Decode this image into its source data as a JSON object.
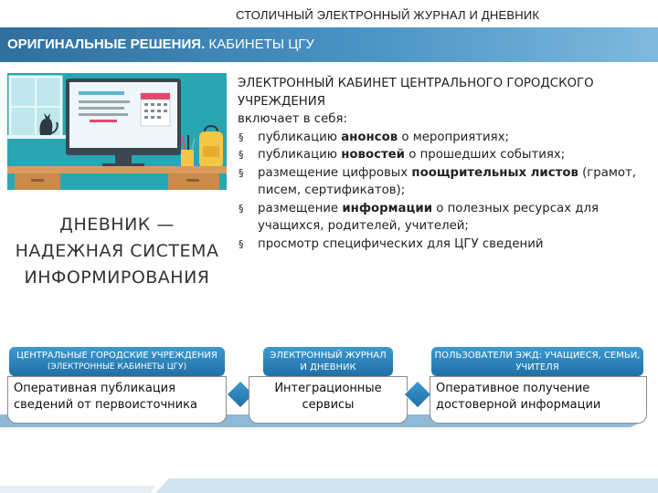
{
  "top_title": "СТОЛИЧНЫЙ ЭЛЕКТРОННЫЙ ЖУРНАЛ И ДНЕВНИК",
  "header": {
    "bold_part": "ОРИГИНАЛЬНЫЕ РЕШЕНИЯ.",
    "light_part": " КАБИНЕТЫ ЦГУ"
  },
  "diary_caption": [
    "ДНЕВНИК —",
    "НАДЕЖНАЯ СИСТЕМА",
    "ИНФОРМИРОВАНИЯ"
  ],
  "description": {
    "heading_line1": "ЭЛЕКТРОННЫЙ КАБИНЕТ ЦЕНТРАЛЬНОГО ГОРОДСКОГО",
    "heading_line2": "УЧРЕЖДЕНИЯ",
    "intro": "включает в себя:",
    "bullet_glyph": "§",
    "items": [
      {
        "pre": "публикацию ",
        "bold": "анонсов",
        "post": " о мероприятиях;"
      },
      {
        "pre": "публикацию ",
        "bold": "новостей",
        "post": " о прошедших событиях;"
      },
      {
        "pre": "размещение цифровых ",
        "bold": "поощрительных листов",
        "post": " (грамот, писем, сертификатов);"
      },
      {
        "pre": "размещение ",
        "bold": "информации",
        "post": " о полезных ресурсах для учащихся, родителей, учителей;"
      },
      {
        "pre": "просмотр специфических для ЦГУ сведений",
        "bold": "",
        "post": ""
      }
    ]
  },
  "flow": [
    {
      "head_line1": "ЦЕНТРАЛЬНЫЕ ГОРОДСКИЕ УЧРЕЖДЕНИЯ",
      "head_line2": "(ЭЛЕКТРОННЫЕ КАБИНЕТЫ ЦГУ)",
      "body": "Оперативная публикация сведений от первоисточника"
    },
    {
      "head_line1": "ЭЛЕКТРОННЫЙ ЖУРНАЛ",
      "head_line2": "И ДНЕВНИК",
      "body": "Интеграционные сервисы"
    },
    {
      "head_line1": "ПОЛЬЗОВАТЕЛИ ЭЖД: УЧАЩИЕСЯ, СЕМЬИ,",
      "head_line2": "УЧИТЕЛЯ",
      "body": "Оперативное получение достоверной информации"
    }
  ],
  "colors": {
    "header": "#3b84b8",
    "accent": "#1f6fa6",
    "illustration_bg": "#2aa6b3"
  }
}
